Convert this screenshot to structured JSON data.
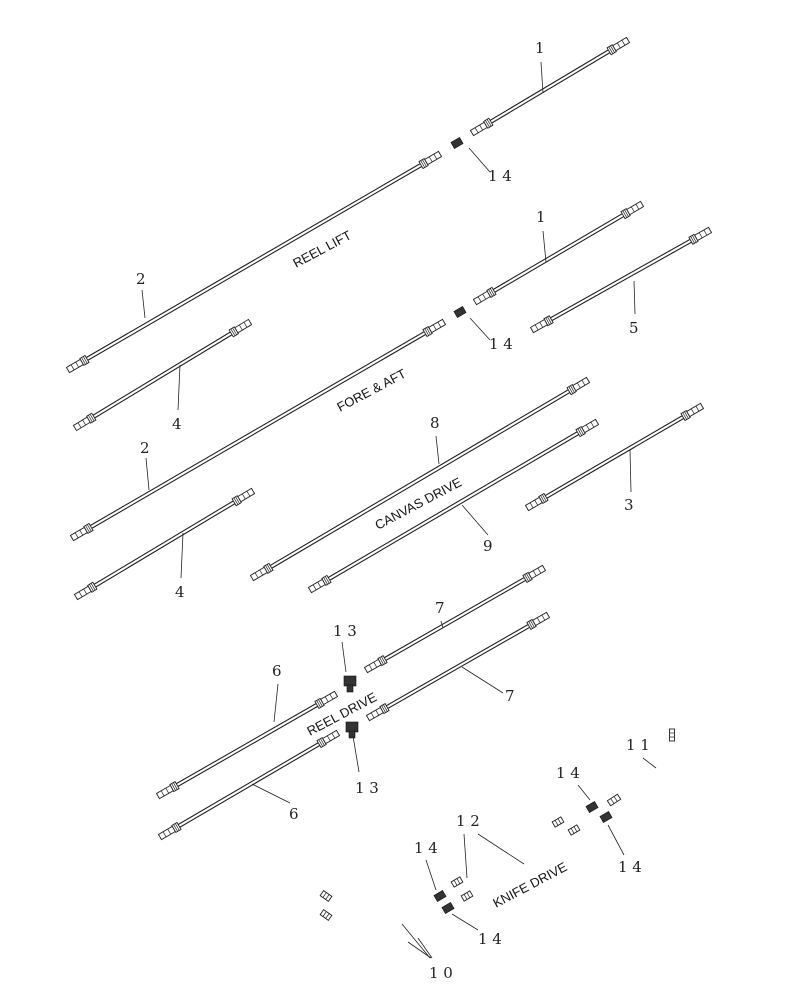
{
  "diagram": {
    "section_labels": {
      "reel_lift": "REEL LIFT",
      "fore_aft": "FORE & AFT",
      "canvas_drive": "CANVAS DRIVE",
      "reel_drive": "REEL DRIVE",
      "knife_drive": "KNIFE DRIVE"
    },
    "callouts": {
      "c1a": "1",
      "c14a": "1 4",
      "c2a": "2",
      "c4a": "4",
      "c1b": "1",
      "c5": "5",
      "c14b": "1 4",
      "c2b": "2",
      "c8": "8",
      "c3": "3",
      "c9": "9",
      "c4b": "4",
      "c7a": "7",
      "c13a": "1 3",
      "c6a": "6",
      "c7b": "7",
      "c13b": "1 3",
      "c6b": "6",
      "c11": "1 1",
      "c14c": "1 4",
      "c12": "1 2",
      "c14d": "1 4",
      "c14e": "1 4",
      "c14f": "1 4",
      "c10": "1 0"
    }
  }
}
